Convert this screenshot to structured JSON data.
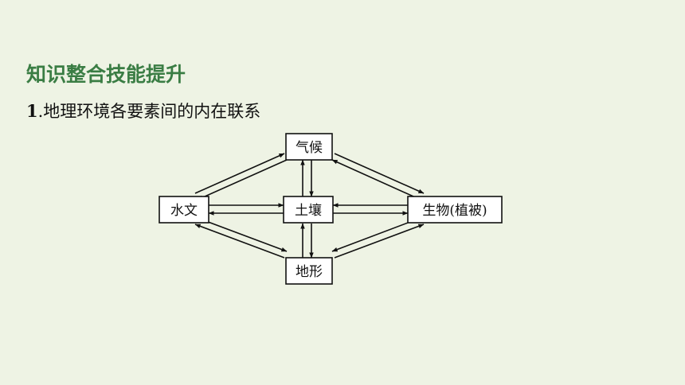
{
  "header": {
    "title": "知识整合技能提升",
    "subtitle_number": "1",
    "subtitle_text": ".地理环境各要素间的内在联系"
  },
  "diagram": {
    "nodes": {
      "qihou": "气候",
      "shuiwen": "水文",
      "turang": "土壤",
      "shengwu": "生物(植被)",
      "dixing": "地形"
    }
  },
  "colors": {
    "title": "#3a7d44",
    "background": "#eef3e4",
    "stroke": "#111111"
  }
}
